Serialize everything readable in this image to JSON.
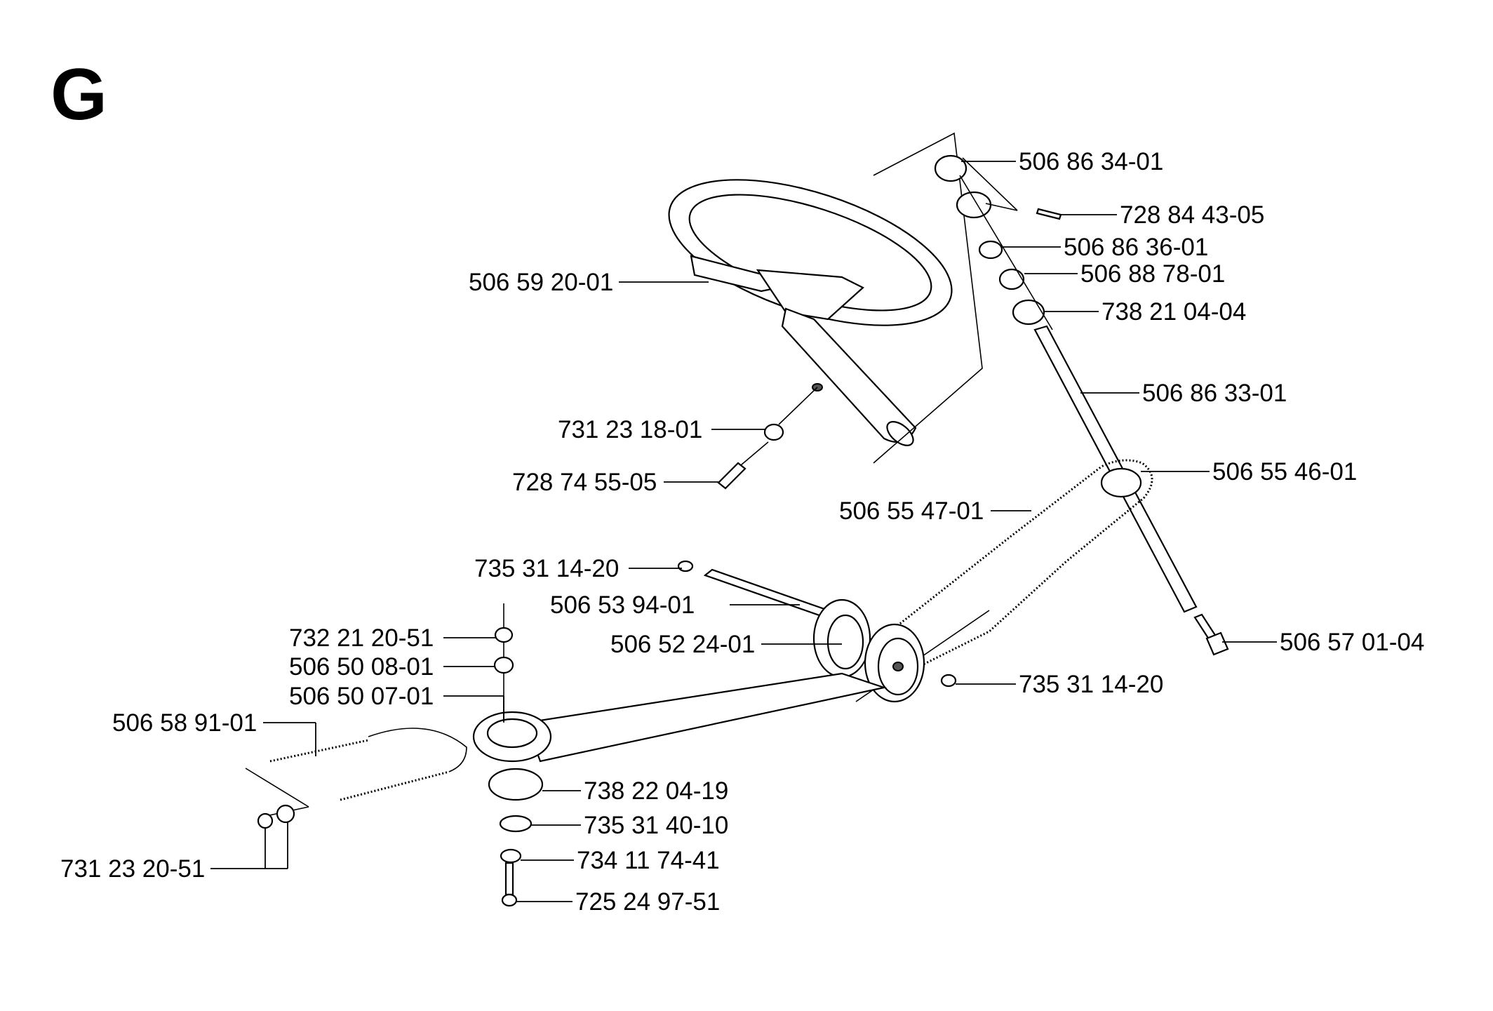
{
  "section_letter": "G",
  "parts": [
    {
      "id": "p1",
      "number": "506 86 34-01"
    },
    {
      "id": "p2",
      "number": "728 84 43-05"
    },
    {
      "id": "p3",
      "number": "506 86 36-01"
    },
    {
      "id": "p4",
      "number": "506 88 78-01"
    },
    {
      "id": "p5",
      "number": "738 21 04-04"
    },
    {
      "id": "p6",
      "number": "506 59 20-01"
    },
    {
      "id": "p7",
      "number": "506 86 33-01"
    },
    {
      "id": "p8",
      "number": "731 23 18-01"
    },
    {
      "id": "p9",
      "number": "728 74 55-05"
    },
    {
      "id": "p10",
      "number": "506 55 46-01"
    },
    {
      "id": "p11",
      "number": "506 55 47-01"
    },
    {
      "id": "p12",
      "number": "735 31 14-20"
    },
    {
      "id": "p13",
      "number": "506 53 94-01"
    },
    {
      "id": "p14",
      "number": "732 21 20-51"
    },
    {
      "id": "p15",
      "number": "506 52 24-01"
    },
    {
      "id": "p16",
      "number": "506 57 01-04"
    },
    {
      "id": "p17",
      "number": "506 50 08-01"
    },
    {
      "id": "p18",
      "number": "506 50 07-01"
    },
    {
      "id": "p19",
      "number": "735 31 14-20"
    },
    {
      "id": "p20",
      "number": "506 58 91-01"
    },
    {
      "id": "p21",
      "number": "738 22 04-19"
    },
    {
      "id": "p22",
      "number": "735 31 40-10"
    },
    {
      "id": "p23",
      "number": "734 11 74-41"
    },
    {
      "id": "p24",
      "number": "731 23 20-51"
    },
    {
      "id": "p25",
      "number": "725 24 97-51"
    }
  ]
}
